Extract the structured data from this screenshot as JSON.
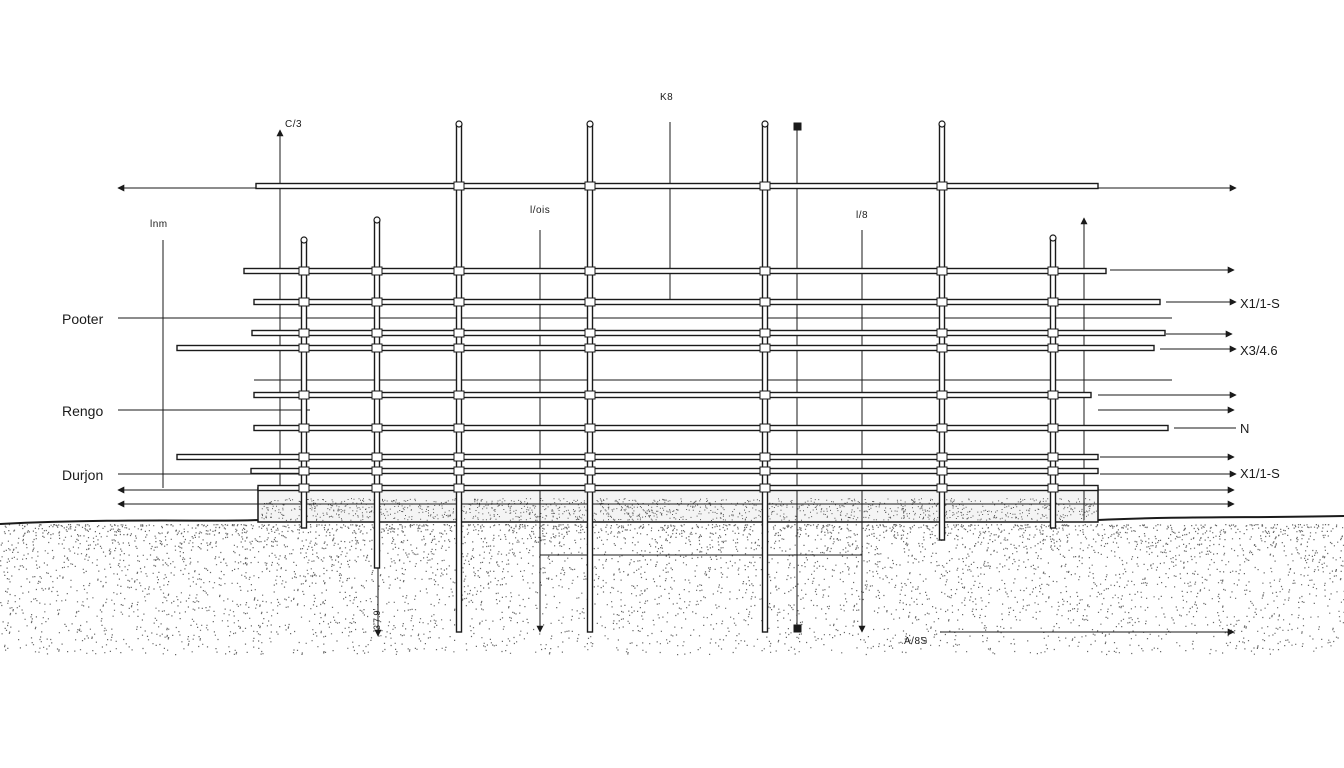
{
  "labels": {
    "left": [
      "Pooter",
      "Rengo",
      "Durjon"
    ],
    "top_unit": "lnm",
    "top_center": "K8",
    "top_left_vertical": "C/3",
    "mid_left_tag": "l/ois",
    "mid_right_tag": "l/8",
    "right": [
      "X1/1-S",
      "X3/4.6",
      "N",
      "X1/1-S"
    ],
    "bottom": "A/8S",
    "small_vertical": "ʼ3ʼ7.9ʼ"
  },
  "colors": {
    "ink": "#1a1a1a",
    "soil": "#333333",
    "background": "#ffffff"
  }
}
